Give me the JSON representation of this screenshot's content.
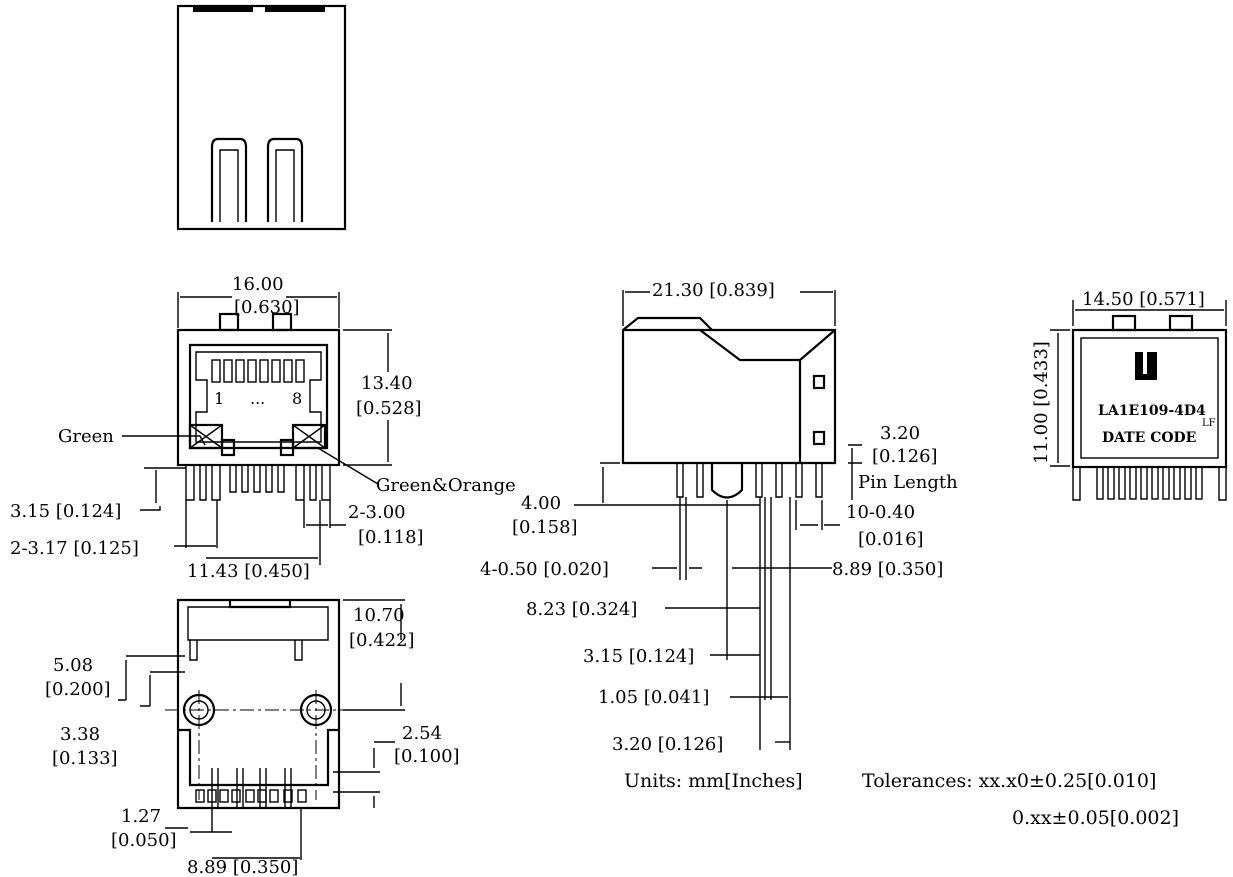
{
  "dims": {
    "front_width": "16.00",
    "front_width_in": "[0.630]",
    "front_height": "13.40",
    "front_height_in": "[0.528]",
    "pins_range_start": "1",
    "pins_range_dots": "...",
    "pins_range_end": "8",
    "led_left": "Green",
    "led_right": "Green&Orange",
    "pin_offset": "3.15 [0.124]",
    "led_pin_pitch": "2-3.17 [0.125]",
    "led_pin_dia": "2-3.00",
    "led_pin_dia_in": "[0.118]",
    "led_pin_span": "11.43 [0.450]",
    "side_length": "21.30 [0.839]",
    "pin_len": "3.20",
    "pin_len_in": "[0.126]",
    "pin_len_label": "Pin Length",
    "standoff": "4.00",
    "standoff_in": "[0.158]",
    "signal_pin_dia": "10-0.40",
    "signal_pin_dia_in": "[0.016]",
    "post_dia": "4-0.50 [0.020]",
    "span_889_b": "8.89 [0.350]",
    "dim_823": "8.23 [0.324]",
    "dim_315": "3.15 [0.124]",
    "dim_105": "1.05 [0.041]",
    "dim_320": "3.20 [0.126]",
    "top_width": "14.50 [0.571]",
    "top_height": "11.00 [0.433]",
    "part_number": "LA1E109-4D4",
    "part_suffix": "LF",
    "date_code": "DATE CODE",
    "fp_height": "10.70",
    "fp_height_in": "[0.422]",
    "fp_508": "5.08",
    "fp_508_in": "[0.200]",
    "fp_338": "3.38",
    "fp_338_in": "[0.133]",
    "fp_254": "2.54",
    "fp_254_in": "[0.100]",
    "fp_127": "1.27",
    "fp_127_in": "[0.050]",
    "fp_889": "8.89 [0.350]"
  },
  "notes": {
    "units": "Units: mm[Inches]",
    "tolerance1": "Tolerances: xx.x0±0.25[0.010]",
    "tolerance2": "0.xx±0.05[0.002]"
  }
}
